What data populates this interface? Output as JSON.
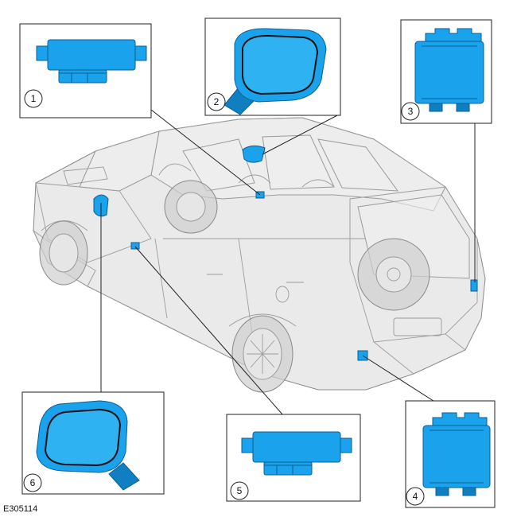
{
  "figure_id": "E305114",
  "callouts": [
    {
      "number": "1",
      "part": "module-icon"
    },
    {
      "number": "2",
      "part": "exterior-mirror-icon"
    },
    {
      "number": "3",
      "part": "module-icon"
    },
    {
      "number": "4",
      "part": "module-icon"
    },
    {
      "number": "5",
      "part": "module-icon"
    },
    {
      "number": "6",
      "part": "exterior-mirror-icon"
    }
  ],
  "colors": {
    "part_fill": "#1aa3ec",
    "part_outline": "#0b5f94",
    "vehicle": "#d9d9d9",
    "line": "#222222"
  }
}
